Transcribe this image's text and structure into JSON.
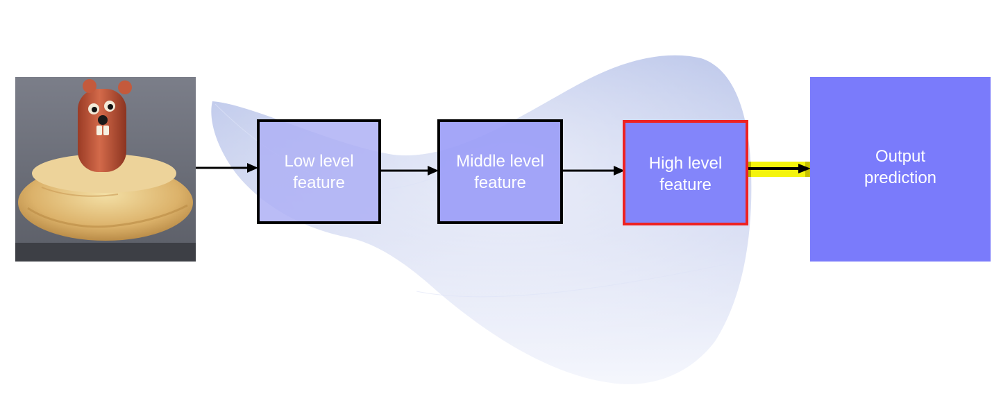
{
  "diagram": {
    "input_image": {
      "subject": "sausage-creature-in-pastry-photo"
    },
    "stages": [
      {
        "line1": "Low level",
        "line2": "feature"
      },
      {
        "line1": "Middle level",
        "line2": "feature"
      },
      {
        "line1": "High level",
        "line2": "feature"
      }
    ],
    "output": {
      "line1": "Output",
      "line2": "prediction"
    },
    "highlighted_stage_index": 2,
    "colors": {
      "background_surface": "#b9c4ea",
      "stage_low_fill": "#aeb0f5",
      "stage_mid_fill": "#9a9cf7",
      "stage_high_fill": "#8385fa",
      "output_fill": "#7a7bfb",
      "stage_border": "#000000",
      "highlight_border": "#ee2222",
      "highlight_marker": "#f3f300",
      "arrow": "#000000",
      "label_text": "#ffffff"
    }
  }
}
